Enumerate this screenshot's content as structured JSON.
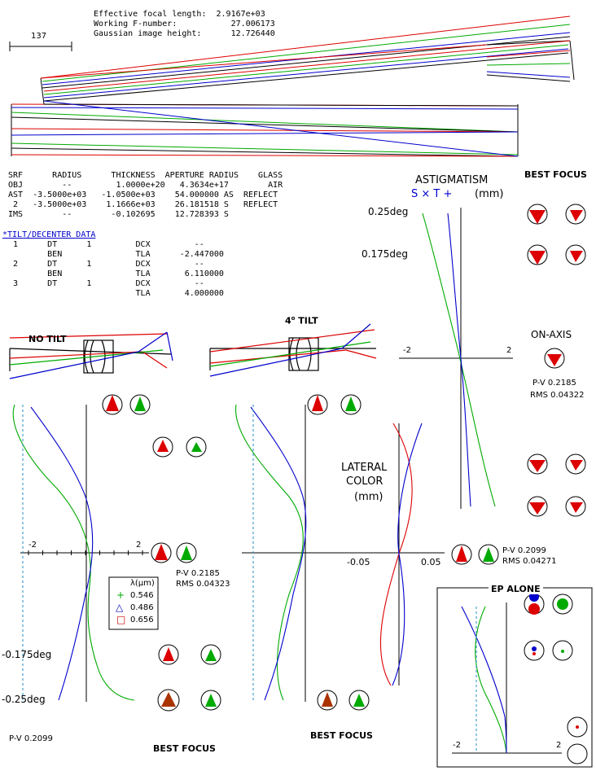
{
  "header": {
    "lines": [
      "Effective focal length:  2.9167e+03",
      "Working F-number:           27.006173",
      "Gaussian image height:      12.726440"
    ],
    "scale_label": "137"
  },
  "surface_table": {
    "header": "SRF      RADIUS      THICKNESS  APERTURE RADIUS    GLASS",
    "rows": [
      "OBJ        --         1.0000e+20   4.3634e+17        AIR",
      "AST  -3.5000e+03   -1.0500e+03    54.000000 AS  REFLECT",
      " 2   -3.5000e+03    1.1666e+03    26.181518 S   REFLECT",
      "IMS        --        -0.102695    12.728393 S"
    ]
  },
  "tilt_table": {
    "title": "*TILT/DECENTER DATA",
    "rows": [
      " 1      DT      1         DCX         --",
      "        BEN               TLA      -2.447000",
      " 2      DT      1         DCX         --",
      "        BEN               TLA       6.110000",
      " 3      DT      1         DCX         --",
      "                          TLA       4.000000"
    ]
  },
  "astigmatism": {
    "title": "ASTIGMATISM",
    "legend": "S × T +",
    "units": "(mm)",
    "field_labels": [
      "0.25deg",
      "0.175deg"
    ],
    "axis_min": "-2",
    "axis_max": "2"
  },
  "best_focus_top": "BEST FOCUS",
  "on_axis": {
    "title": "ON-AXIS",
    "pv": "P-V 0.2185",
    "rms": "RMS 0.04322"
  },
  "no_tilt": {
    "title": "NO TILT",
    "axis_min": "-2",
    "axis_max": "2",
    "field_labels": [
      "-0.175deg",
      "-0.25deg"
    ],
    "pv": "P-V 0.2185",
    "rms": "RMS 0.04323",
    "pv_bottom": "P-V 0.2099",
    "best_focus": "BEST FOCUS"
  },
  "tilt4": {
    "title": "4",
    "title_sup": "o",
    "title_rest": " TILT",
    "pv": "P-V 0.2099",
    "rms": "RMS 0.04271",
    "best_focus": "BEST FOCUS"
  },
  "lateral_color": {
    "line1": "LATERAL",
    "line2": "COLOR",
    "line3": "(mm)",
    "axis_min": "-0.05",
    "axis_max": "0.05"
  },
  "wavelength_legend": {
    "title": "λ(µm)",
    "entries": [
      {
        "symbol": "+",
        "label": "0.546",
        "color": "#00aa00"
      },
      {
        "symbol": "△",
        "label": "0.486",
        "color": "#0000cc"
      },
      {
        "symbol": "□",
        "label": "0.656",
        "color": "#cc0000"
      }
    ]
  },
  "ep_alone": {
    "title": "EP ALONE",
    "axis_min": "-2",
    "axis_max": "2"
  },
  "colors": {
    "red": "#dd0000",
    "green": "#00aa00",
    "blue": "#0000cc",
    "dash": "#3399cc"
  }
}
